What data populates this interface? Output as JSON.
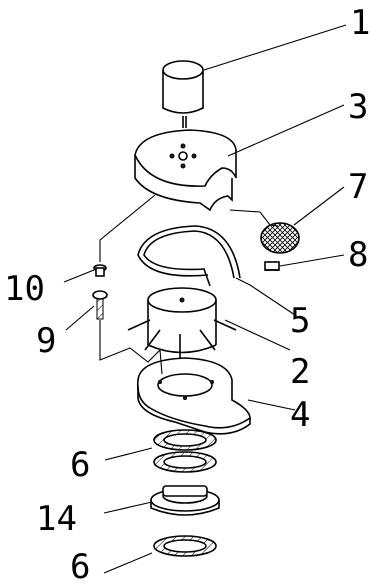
{
  "diagram": {
    "part_labels": [
      {
        "id": "1",
        "text": "1"
      },
      {
        "id": "3",
        "text": "3"
      },
      {
        "id": "7",
        "text": "7"
      },
      {
        "id": "8",
        "text": "8"
      },
      {
        "id": "10",
        "text": "10"
      },
      {
        "id": "9",
        "text": "9"
      },
      {
        "id": "5",
        "text": "5"
      },
      {
        "id": "2",
        "text": "2"
      },
      {
        "id": "4",
        "text": "4"
      },
      {
        "id": "6a",
        "text": "6"
      },
      {
        "id": "14",
        "text": "14"
      },
      {
        "id": "6b",
        "text": "6"
      }
    ]
  }
}
